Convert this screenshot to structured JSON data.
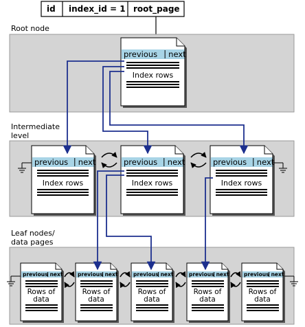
{
  "header": {
    "cells": [
      "id",
      "index_id = 1",
      "root_page"
    ]
  },
  "sections": {
    "root": "Root node",
    "intermediate": [
      "Intermediate",
      "level"
    ],
    "leaf": [
      "Leaf nodes/",
      "data pages"
    ]
  },
  "page_labels": {
    "previous": "previous",
    "next": "next",
    "index_rows": "Index rows",
    "rows_of_data": [
      "Rows of",
      "data"
    ]
  },
  "colors": {
    "band_fill": "#d4d4d4",
    "nav_strip": "#a8d4e6",
    "arrow": "#1c2f8e",
    "line": "#000000"
  }
}
